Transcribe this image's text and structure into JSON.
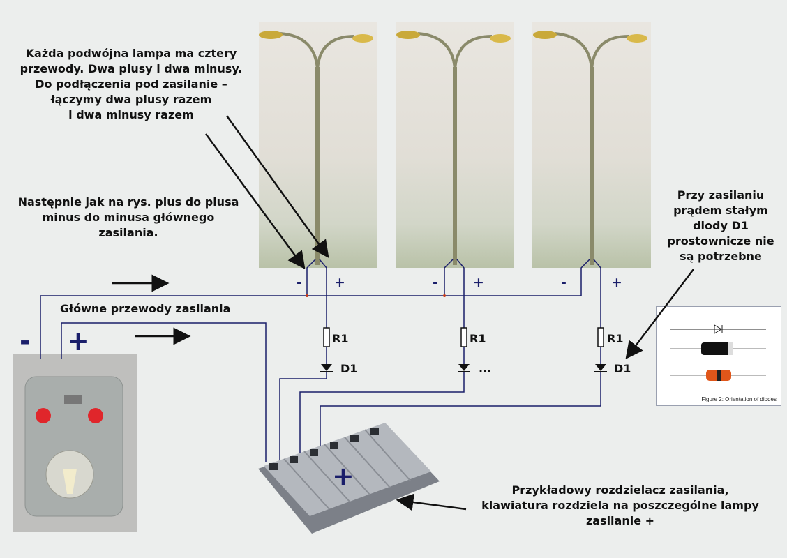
{
  "notes": {
    "top_left": "Każda podwójna lampa ma cztery\nprzewody. Dwa plusy i dwa minusy.\nDo podłączenia pod zasilanie –\nłączymy dwa plusy razem\ni dwa minusy razem",
    "middle_left": "Następnie jak na rys. plus do plusa\nminus do minusa głównego\nzasilania.",
    "right": "Przy zasilaniu\nprądem stałym\ndiody D1\nprostownicze nie\nsą potrzebne",
    "main_wires": "Główne przewody zasilania",
    "distributor": "Przykładowy rozdzielacz zasilania,\nklawiatura rozdziela na poszczególne lampy\nzasilanie +"
  },
  "signs": {
    "minus": "-",
    "plus": "+",
    "main_minus": "-",
    "main_plus": "+",
    "distributor_plus": "+"
  },
  "components": {
    "resistor": "R1",
    "diode": "D1",
    "ellipsis": "..."
  },
  "diode_figure": {
    "caption": "Figure 2: Orientation of diodes"
  },
  "colors": {
    "wire": "#1a1e6a",
    "button_red": "#e0262b",
    "resistor_dot": "#c53a1a"
  }
}
